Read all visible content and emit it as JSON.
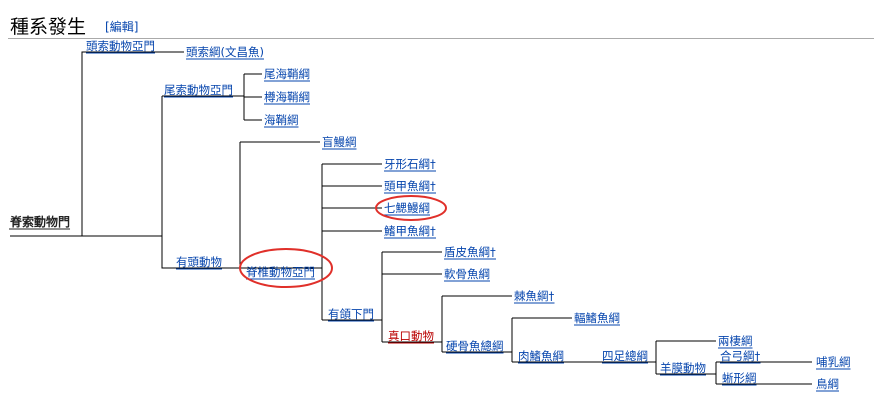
{
  "heading": {
    "title": "種系發生",
    "edit_bracket_open": "[",
    "edit_link": "編輯",
    "edit_bracket_close": "]"
  },
  "tree": {
    "root": "脊索動物門",
    "cephalochordata": "頭索動物亞門",
    "leptocardii": "頭索綱(文昌魚)",
    "urochordata": "尾索動物亞門",
    "appendicularia": "尾海鞘綱",
    "thaliacea": "樽海鞘綱",
    "ascidiacea": "海鞘綱",
    "craniata": "有頭動物",
    "myxini": "盲鰻綱",
    "vertebrata": "脊椎動物亞門",
    "conodonta": "牙形石綱†",
    "cephalaspidomorphi": "頭甲魚綱†",
    "petromyzontida": "七鰓鰻綱",
    "pteraspidomorphi": "鰭甲魚綱†",
    "gnathostomata": "有頜下門",
    "placodermi": "盾皮魚綱†",
    "chondrichthyes": "軟骨魚綱",
    "teleostomi": "真口動物",
    "acanthodii": "棘魚綱†",
    "osteichthyes": "硬骨魚總綱",
    "actinopterygii": "輻鰭魚綱",
    "sarcopterygii": "肉鰭魚綱",
    "tetrapoda": "四足總綱",
    "amphibia": "兩棲綱",
    "amniota": "羊膜動物",
    "synapsida": "合弓綱†",
    "mammalia": "哺乳綱",
    "sauropsida": "蜥形綱",
    "aves": "鳥綱"
  },
  "colors": {
    "link": "#0645ad",
    "new_link": "#ba0000",
    "highlight_ring": "#e0302a"
  }
}
